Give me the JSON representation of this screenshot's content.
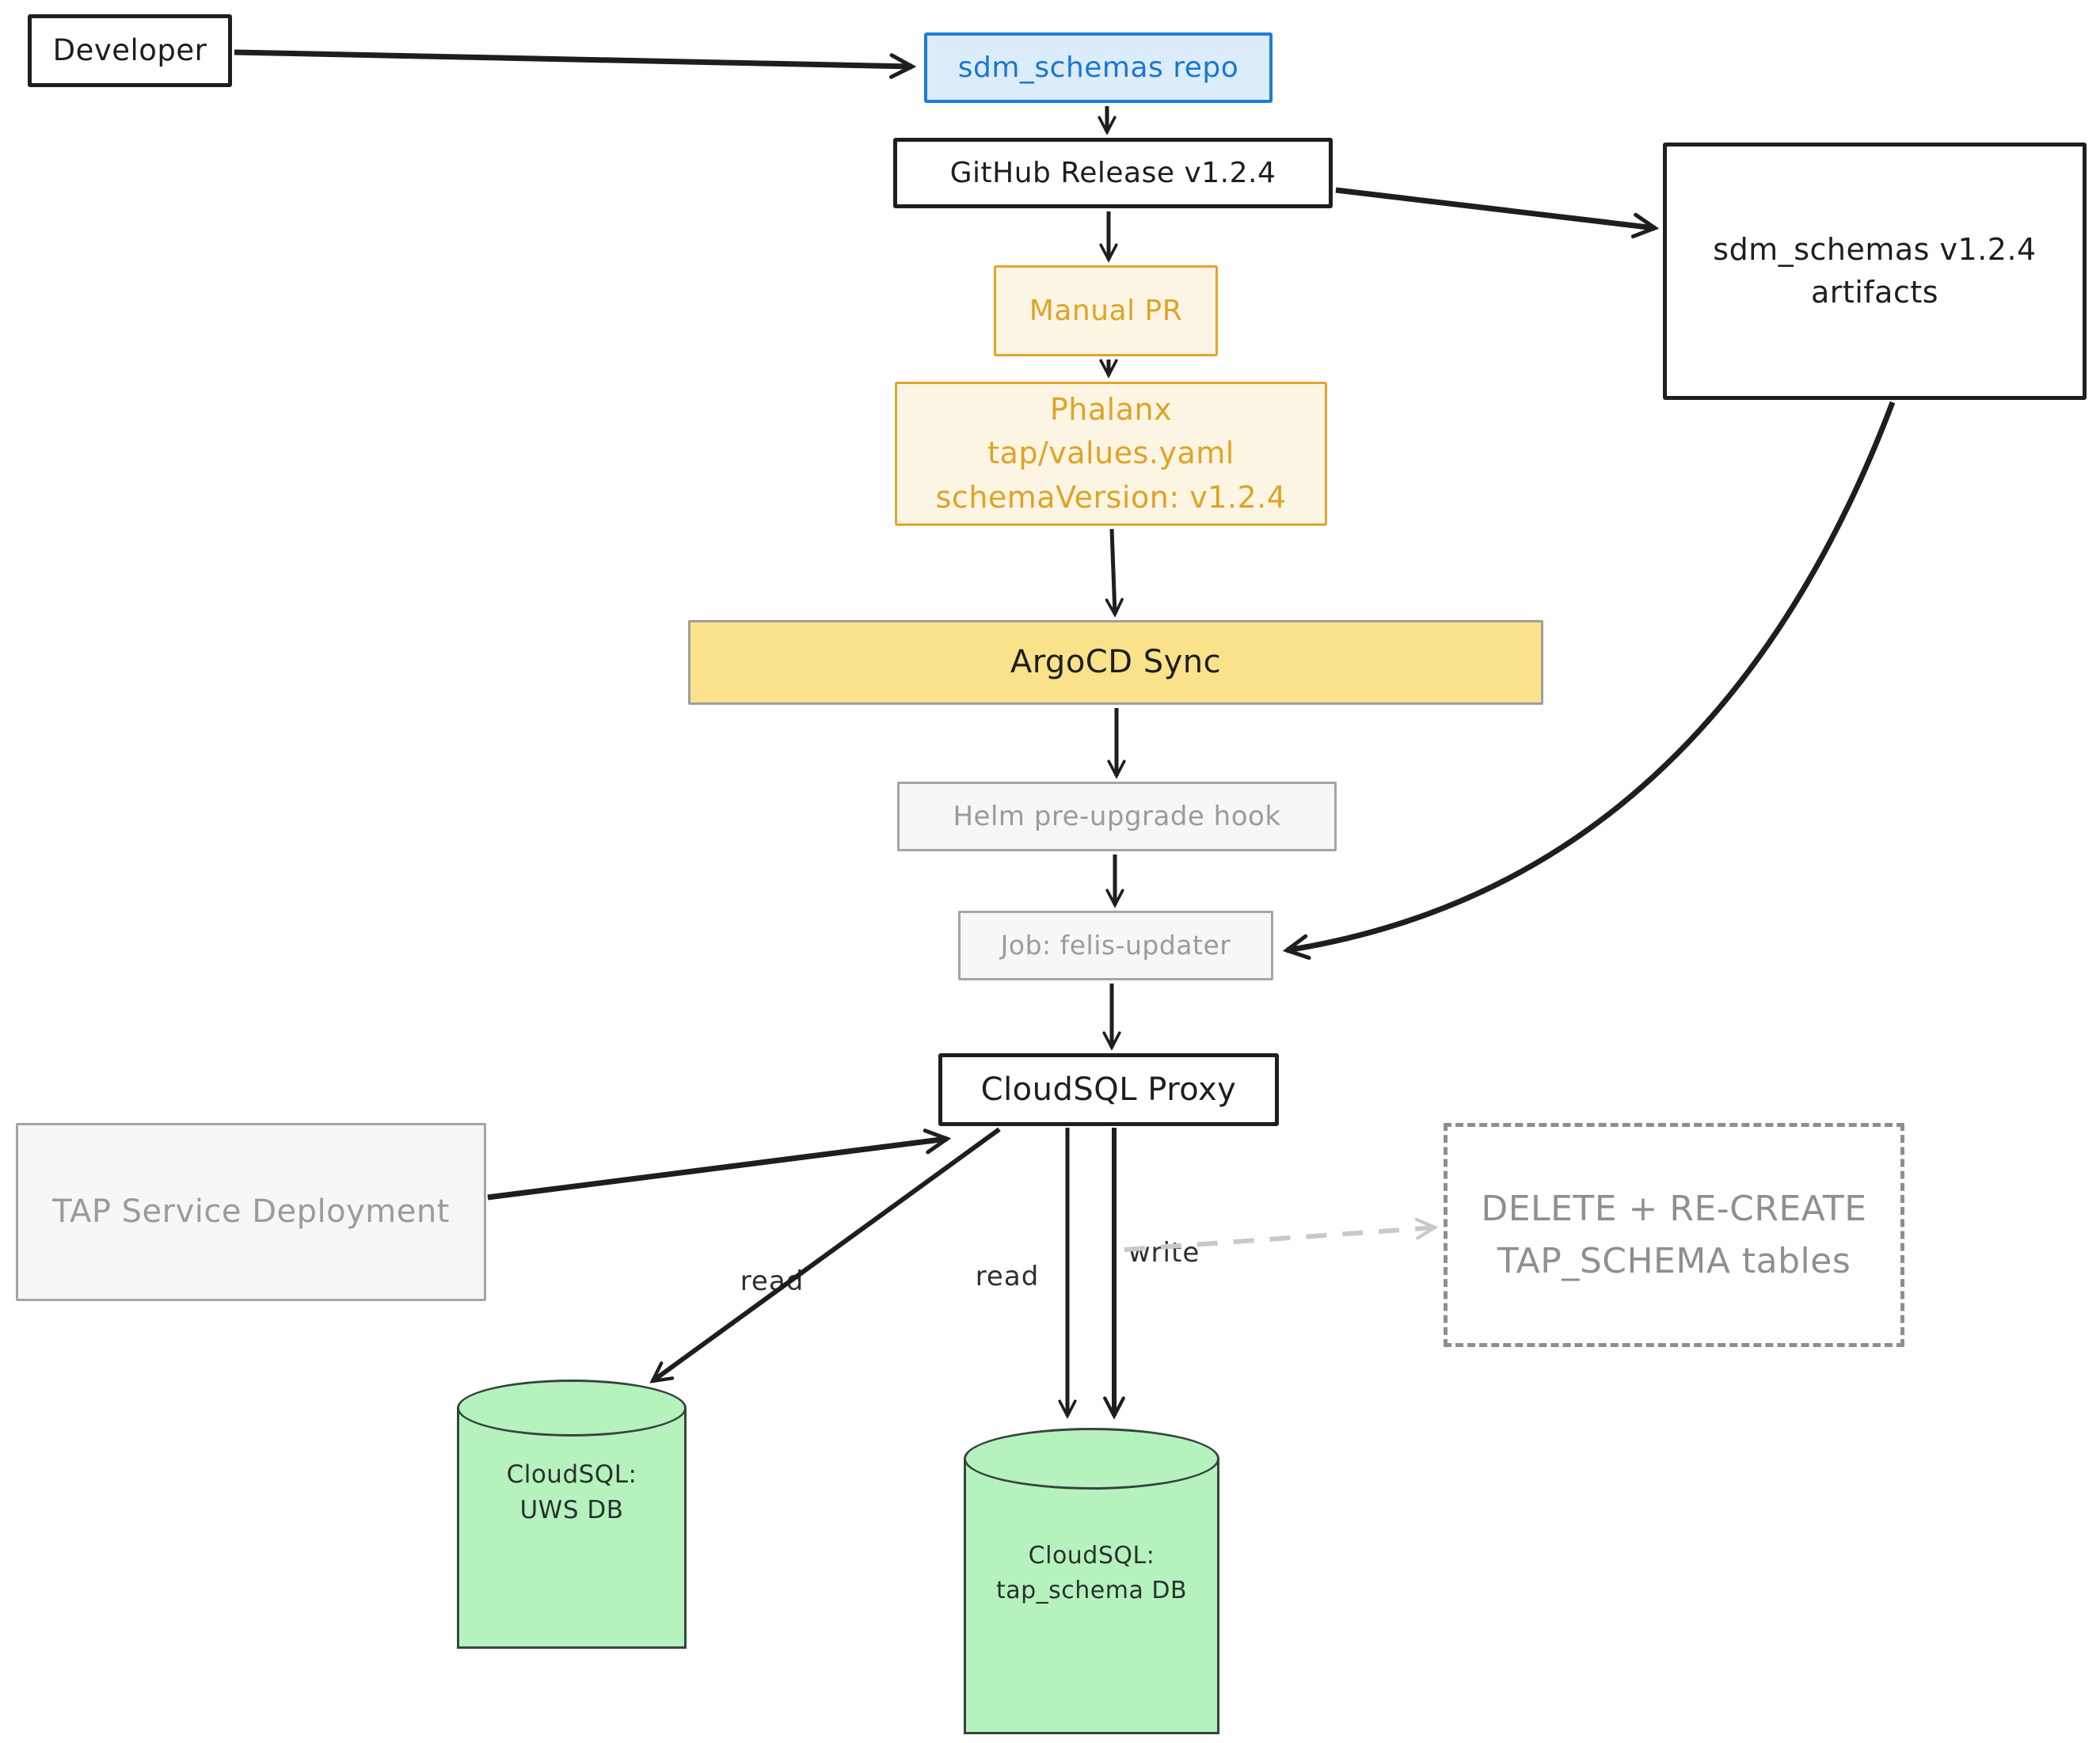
{
  "diagram": {
    "nodes": {
      "developer": {
        "label": "Developer"
      },
      "sdm_repo": {
        "label": "sdm_schemas repo"
      },
      "github_release": {
        "label": "GitHub Release v1.2.4"
      },
      "artifacts": {
        "line1": "sdm_schemas v1.2.4",
        "line2": "artifacts"
      },
      "manual_pr": {
        "label": "Manual PR"
      },
      "phalanx": {
        "line1": "Phalanx",
        "line2": "tap/values.yaml",
        "line3": "schemaVersion: v1.2.4"
      },
      "argocd": {
        "label": "ArgoCD Sync"
      },
      "helm_hook": {
        "label": "Helm pre-upgrade hook"
      },
      "felis_job": {
        "label": "Job: felis-updater"
      },
      "cloudsql_proxy": {
        "label": "CloudSQL Proxy"
      },
      "tap_service": {
        "label": "TAP Service Deployment"
      },
      "delete_recreate": {
        "line1": "DELETE + RE-CREATE",
        "line2": "TAP_SCHEMA tables"
      },
      "uws_db": {
        "line1": "CloudSQL:",
        "line2": "UWS DB"
      },
      "tap_schema_db": {
        "line1": "CloudSQL:",
        "line2": "tap_schema DB"
      }
    },
    "edge_labels": {
      "read_uws": "read",
      "read_tap": "read",
      "write_tap": "write"
    },
    "colors": {
      "stroke_default": "#1e1e1e",
      "blue_border": "#1c7ed6",
      "blue_fill": "#dcecfb",
      "orange_border": "#e2a32d",
      "orange_fill": "#fdf5e3",
      "yellow_fill": "#f9e289",
      "gray_fill": "#f7f7f7",
      "gray_text": "#9b9b9b",
      "green_fill": "#b6f2bd",
      "dashed_gray": "#8e8e8e",
      "dashed_arrow": "#c9c9c9"
    }
  }
}
